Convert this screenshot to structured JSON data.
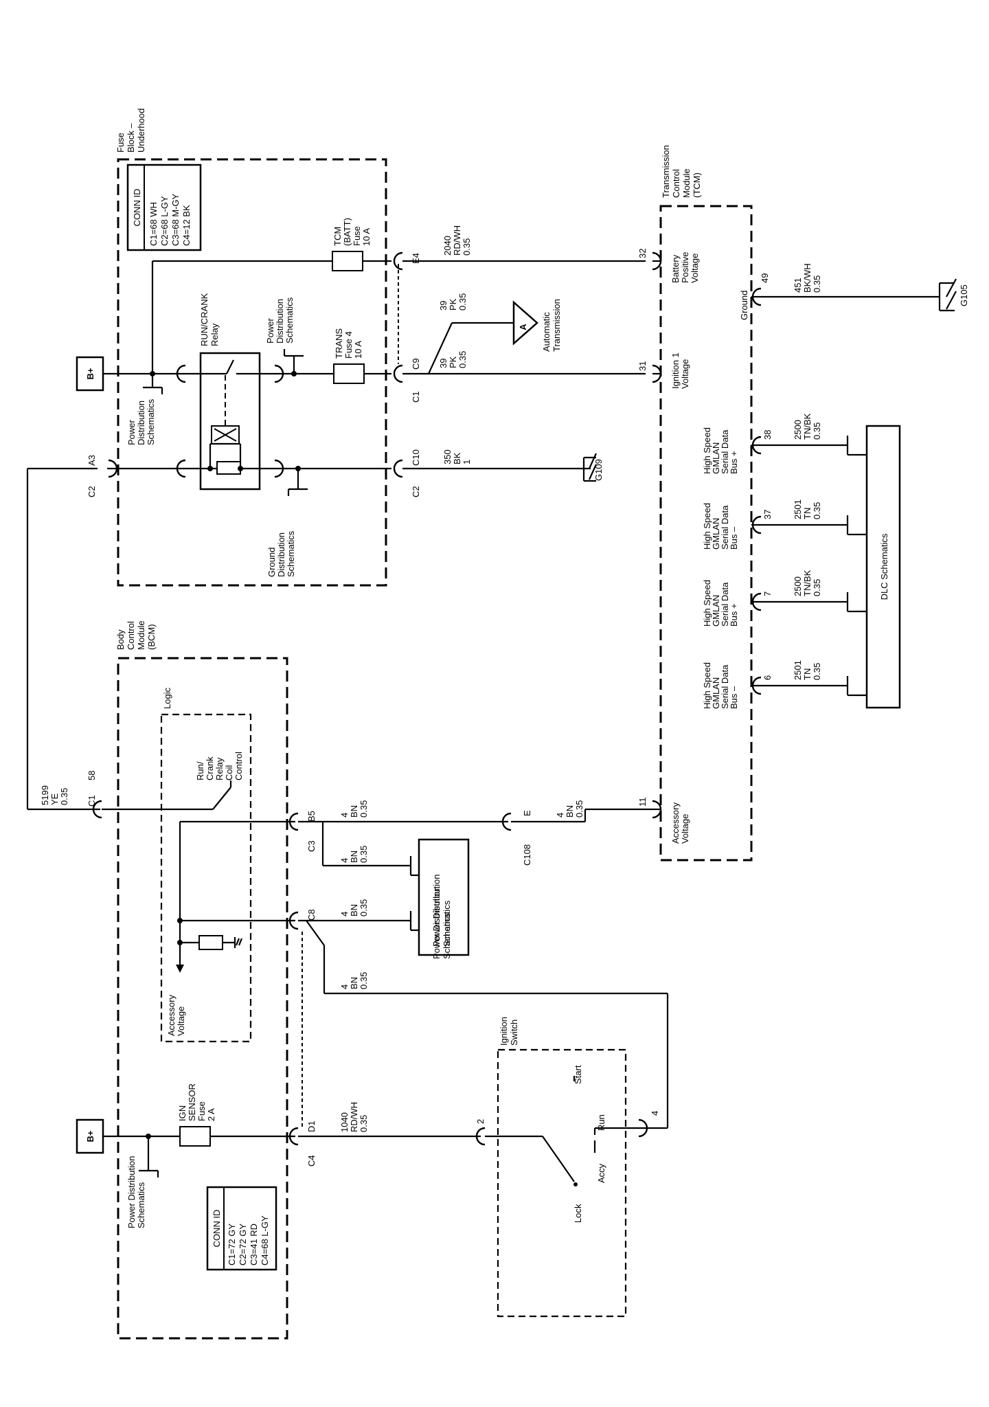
{
  "fuse_block": {
    "title": [
      "Fuse",
      "Block –",
      "Underhood"
    ],
    "conn_id_title": "CONN ID",
    "conn_ids": [
      "C1=68 WH",
      "C2=68 L-GY",
      "C3=68 M-GY",
      "C4=12 BK"
    ],
    "relay_label": [
      "RUN/CRANK",
      "Relay"
    ],
    "tcm_fuse": [
      "TCM",
      "(BATT)",
      "Fuse",
      "10 A"
    ],
    "trans_fuse": [
      "TRANS",
      "Fuse 4",
      "10 A"
    ],
    "power_dist": [
      "Power",
      "Distribution",
      "Schematics"
    ],
    "power_dist_left": [
      "Power",
      "Distribution",
      "Schematics"
    ],
    "ground_dist": [
      "Ground",
      "Distribution",
      "Schematics"
    ]
  },
  "bplus": "B+",
  "tcm": {
    "title": [
      "Transmission",
      "Control",
      "Module",
      "(TCM)"
    ],
    "battery": [
      "Battery",
      "Positive",
      "Voltage"
    ],
    "ignition": [
      "Ignition 1",
      "Voltage"
    ],
    "accessory": [
      "Accessory",
      "Voltage"
    ],
    "ground": "Ground",
    "hs_bus_plus": [
      "High Speed",
      "GMLAN",
      "Serial Data",
      "Bus +"
    ],
    "hs_bus_minus": [
      "High Speed",
      "GMLAN",
      "Serial Data",
      "Bus –"
    ]
  },
  "bcm": {
    "title": [
      "Body",
      "Control",
      "Module",
      "(BCM)"
    ],
    "logic": "Logic",
    "relay_control": [
      "Run/",
      "Crank",
      "Relay",
      "Coil",
      "Control"
    ],
    "accessory": [
      "Accessory",
      "Voltage"
    ],
    "ign_fuse": [
      "IGN",
      "SENSOR",
      "Fuse",
      "2 A"
    ],
    "conn_id_title": "CONN ID",
    "conn_ids": [
      "C1=72 GY",
      "C2=72 GY",
      "C3=41 RD",
      "C4=68 L-GY"
    ],
    "power_dist": [
      "Power Distribution",
      "Schematics"
    ]
  },
  "ignition_switch": {
    "title": [
      "Ignition",
      "Switch"
    ],
    "lock": "Lock",
    "accy": "Accy",
    "run": "Run",
    "start": "Start"
  },
  "boxes": {
    "power_dist_1": [
      "Power Distribution",
      "Schematics"
    ],
    "power_dist_2": [
      "Power Distribution",
      "Schematics"
    ],
    "dlc": "DLC Schematics",
    "auto_trans": [
      "Automatic",
      "Transmission"
    ],
    "auto_trans_ref": "A"
  },
  "grounds": {
    "g109": "G109",
    "g105": "G105"
  },
  "pins": {
    "e4": "E4",
    "c1_fb": "C1",
    "c9": "C9",
    "c2_fb": "C2",
    "c10": "C10",
    "a3": "A3",
    "c2_a3": "C2",
    "pin32": "32",
    "pin31": "31",
    "pin49": "49",
    "pin38": "38",
    "pin37": "37",
    "pin7": "7",
    "pin6": "6",
    "pin11": "11",
    "c1_bcm": "C1",
    "pin58": "58",
    "c3": "C3",
    "b5": "B5",
    "c8": "C8",
    "c4": "C4",
    "d1": "D1",
    "c108": "C108",
    "e": "E",
    "sw2": "2",
    "sw4": "4"
  },
  "wires": {
    "w2040": [
      "2040",
      "RD/WH",
      "0.35"
    ],
    "w39a": [
      "39",
      "PK",
      "0.35"
    ],
    "w39b": [
      "39",
      "PK",
      "0.35"
    ],
    "w350": [
      "350",
      "BK",
      "1"
    ],
    "w451": [
      "451",
      "BK/WH",
      "0.35"
    ],
    "w2500a": [
      "2500",
      "TN/BK",
      "0.35"
    ],
    "w2501a": [
      "2501",
      "TN",
      "0.35"
    ],
    "w2500b": [
      "2500",
      "TN/BK",
      "0.35"
    ],
    "w2501b": [
      "2501",
      "TN",
      "0.35"
    ],
    "w5199": [
      "5199",
      "YE",
      "0.35"
    ],
    "w4a": [
      "4",
      "BN",
      "0.35"
    ],
    "w4b": [
      "4",
      "BN",
      "0.35"
    ],
    "w4c": [
      "4",
      "BN",
      "0.35"
    ],
    "w4d": [
      "4",
      "BN",
      "0.35"
    ],
    "w4e": [
      "4",
      "BN",
      "0.35"
    ],
    "w1040": [
      "1040",
      "RD/WH",
      "0.35"
    ]
  }
}
